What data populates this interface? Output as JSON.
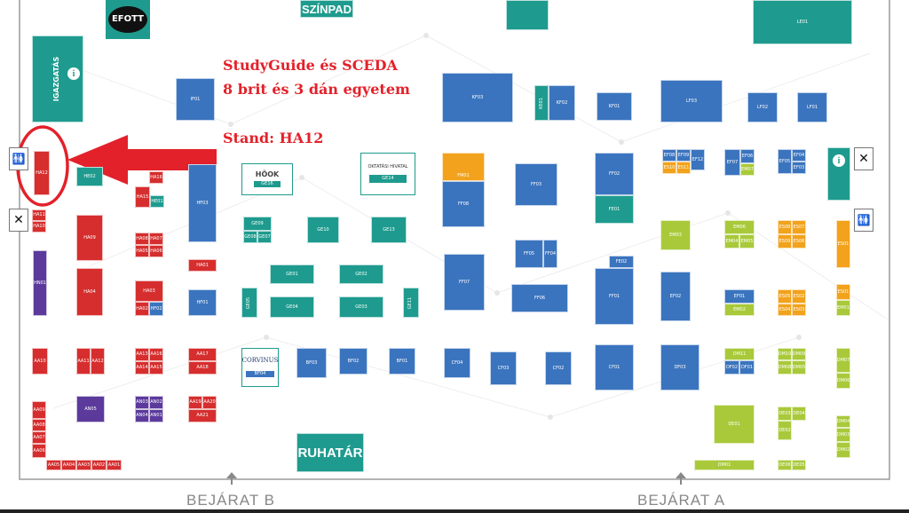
{
  "annotation": {
    "line1": "StudyGuide és SCEDA",
    "line2": "8 brit és 3 dán egyetem",
    "line3": "Stand: HA12",
    "highlight_stand": "HA12"
  },
  "entrances": {
    "b": "BEJÁRAT B",
    "a": "BEJÁRAT A"
  },
  "landmarks": {
    "stage": "SZÍNPAD",
    "cloakroom": "RUHATÁR",
    "office": "IGAZGATÁS"
  },
  "logos": {
    "efott": "EFOTT",
    "hook": "HÖOK",
    "oktatasi": "OKTATÁSI HIVATAL",
    "corvinus": "CORVINUS"
  },
  "icons": {
    "info": "i",
    "restroom": "🚻",
    "cutlery": "✕"
  },
  "stands": {
    "HA12": "HA12",
    "HE02": "HE02",
    "HA16": "HA16",
    "HA15": "HA15",
    "HE01": "HE01",
    "HF03": "HF03",
    "HA11": "HA11",
    "HA10": "HA10",
    "HA09": "HA09",
    "HA08": "HA08",
    "HA07": "HA07",
    "HA05": "HA05",
    "HA06": "HA06",
    "HA01": "HA01",
    "HN01": "HN01",
    "HA04": "HA04",
    "HA03": "HA03",
    "HA02": "HA02",
    "HF02": "HF02",
    "HF01": "HF01",
    "AA10": "AA10",
    "AA11": "AA11",
    "AA12": "AA12",
    "AA13": "AA13",
    "AA16": "AA16",
    "AA14": "AA14",
    "AA15": "AA15",
    "AA17": "AA17",
    "AA18": "AA18",
    "AN05": "AN05",
    "AN03": "AN03",
    "AN02": "AN02",
    "AN04": "AN04",
    "AN01": "AN01",
    "AA19": "AA19",
    "AA20": "AA20",
    "AA21": "AA21",
    "AA09": "AA09",
    "AA08": "AA08",
    "AA07": "AA07",
    "AA06": "AA06",
    "AA05": "AA05",
    "AA04": "AA04",
    "AA03": "AA03",
    "AA02": "AA02",
    "AA01": "AA01",
    "IF01": "IF01",
    "KF03": "KF03",
    "KE01": "KE01",
    "KF02": "KF02",
    "KF01": "KF01",
    "LF03": "LF03",
    "LF02": "LF02",
    "LF01": "LF01",
    "LE01": "LE01",
    "GE16": "GE16",
    "GE14": "GE14",
    "FM01": "FM01",
    "FF08": "FF08",
    "FF03": "FF03",
    "FF02": "FF02",
    "FE01": "FE01",
    "GE09": "GE09",
    "GE08": "GE08",
    "GE07": "GE07",
    "GE10": "GE10",
    "GE13": "GE13",
    "GE01": "GE01",
    "GE02": "GE02",
    "GE05": "GE05",
    "GE04": "GE04",
    "GE03": "GE03",
    "GE06": "GE06",
    "GE11": "GE11",
    "FF05": "FF05",
    "FF04": "FF04",
    "FF07": "FF07",
    "FF06": "FF06",
    "FE02": "FE02",
    "FF01": "FF01",
    "EF02": "EF02",
    "BF04": "BF04",
    "BF03": "BF03",
    "BF02": "BF02",
    "BF01": "BF01",
    "CF04": "CF04",
    "CF03": "CF03",
    "CF02": "CF02",
    "CF01": "CF01",
    "DF03": "DF03",
    "EF08": "EF08",
    "EF09": "EF09",
    "EF12": "EF12",
    "ES10": "ES10",
    "ES11": "ES11",
    "EF07": "EF07",
    "EF06": "EF06",
    "EM07": "EM07",
    "EF05": "EF05",
    "EF04": "EF04",
    "EF03": "EF03",
    "EM03": "EM03",
    "EM06": "EM06",
    "EM04": "EM04",
    "EM05": "EM05",
    "ES08": "ES08",
    "ES07": "ES07",
    "ES09": "ES09",
    "ES06": "ES06",
    "ES01": "ES01",
    "EF01": "EF01",
    "EM02": "EM02",
    "ES05": "ES05",
    "ES02": "ES02",
    "ES04": "ES04",
    "ES03": "ES03",
    "EM01": "EM01",
    "ES01b": "ES01",
    "DM11": "DM11",
    "DF02": "DF02",
    "DF01": "DF01",
    "DM10": "DM10",
    "DM09": "DM09",
    "DM08": "DM08",
    "DM07": "DM07",
    "DM06": "DM06",
    "DM05": "DM05",
    "DE01": "DE01",
    "DE03": "DE03",
    "DE04": "DE04",
    "DE02": "DE02",
    "DM04": "DM04",
    "DM03": "DM03",
    "DM02": "DM02",
    "DM01": "DM01",
    "DE06": "DE06",
    "DE05": "DE05"
  },
  "colors": {
    "red": "#d62e2e",
    "teal": "#1e9b8e",
    "blue": "#3b74be",
    "purple": "#5c3a9c",
    "lime": "#a9c93a",
    "orange": "#f2a21c",
    "annotation": "#e3212a"
  }
}
